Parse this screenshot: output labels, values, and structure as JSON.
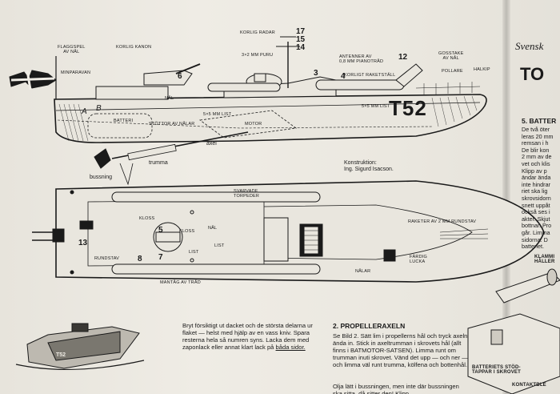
{
  "profile": {
    "flagstang": "FLAGGSPEL\nAV NÅL",
    "minparavan": "MINPARAVAN",
    "korlig_kanon": "KORLIG KANON",
    "korlig_radar": "KORLIG RADAR",
    "puru": "3×2 MM PURU",
    "antennerna": "ANTENNER AV\n0,8 MM PIANOTRÅD",
    "korlig_raketstall": "KORLIGT RAKETSTÄLL",
    "gosstake": "GOSSTAKE\nAV NÅL",
    "pollare": "POLLARE",
    "halkip": "HALKIP",
    "nal": "NÅL",
    "batteri": "BATTERI",
    "stottor": "STÖTTOR AV NÅLAR",
    "list_5x5": "5×5 MM LIST",
    "list_5x5_b": "5×5 MM LIST",
    "motor": "MOTOR",
    "axel": "axel",
    "trumma": "trumma",
    "bussning": "bussning",
    "konstruktion": "Konstruktion:\nIng. Sigurd Isacson.",
    "hull_number": "T52",
    "callouts": [
      "17",
      "15",
      "14",
      "12",
      "6",
      "3",
      "4",
      "A",
      "B"
    ]
  },
  "plan": {
    "svarvade": "SVARVADE\nTORPEDER",
    "klossar": "KLOSS",
    "kloss2": "KLOSS",
    "list": "LIST",
    "list2": "LIST",
    "nal": "NÅL",
    "rundstav": "RUNDSTAV",
    "raketer": "RAKETER AV 2 MM RUNDSTAV",
    "fardig_lucka": "FÄRDIG\nLUCKA",
    "mantag": "MANTÅG AV TRÅD",
    "nalar": "NÅLAR",
    "callouts": [
      "13",
      "5",
      "8",
      "7"
    ]
  },
  "right_panel": {
    "svensk": "Svensk",
    "to": "TO",
    "section5": "5. BATTER",
    "lines": [
      "De två öter",
      "leras 20 mm",
      "remsan i h",
      "De blir kon",
      "2 mm av de",
      "vet och klis",
      "Klipp av p",
      "ändar ända",
      "inte hindrar",
      "riet ska lig",
      "skrovsidorn",
      "snett uppåt",
      "också ses i",
      "akter. Skjut",
      "bottnar. Pro",
      "går. Limma",
      "sidorna. D",
      "batteriet."
    ],
    "klammor": "KLAMMI\nHÅLLER",
    "batteriets": "BATTERIETS STÖD-\nTAPPAR I SKROVET",
    "kontakt": "KONTAKTBLE"
  },
  "bottom": {
    "intro": "Bryt försiktigt ut dacket och de största delarna ur flaket — helst med hjälp av en vass kniv. Spara resterna hela så numren syns. Lacka dem med zaponlack eller annat klart lack på",
    "intro_end": "båda sidor.",
    "section2_title": "2. PROPELLERAXELN",
    "section2": "Se Bild 2. Sätt lim i propellerns hål och tryck axeln ända in. Stick in axeltrumman i skrovets hål (allt finns i BATMOTOR-SATSEN). Limma runt om trumman inuti skrovet. Vänd det upp — och ner — och limma väl runt trumma, kölfena och bottenhål.",
    "section2_more": "Olja lätt i bussningen, men inte där bussningen ska sitta, då sitter den! Klipp",
    "thumb_number": "T52"
  }
}
